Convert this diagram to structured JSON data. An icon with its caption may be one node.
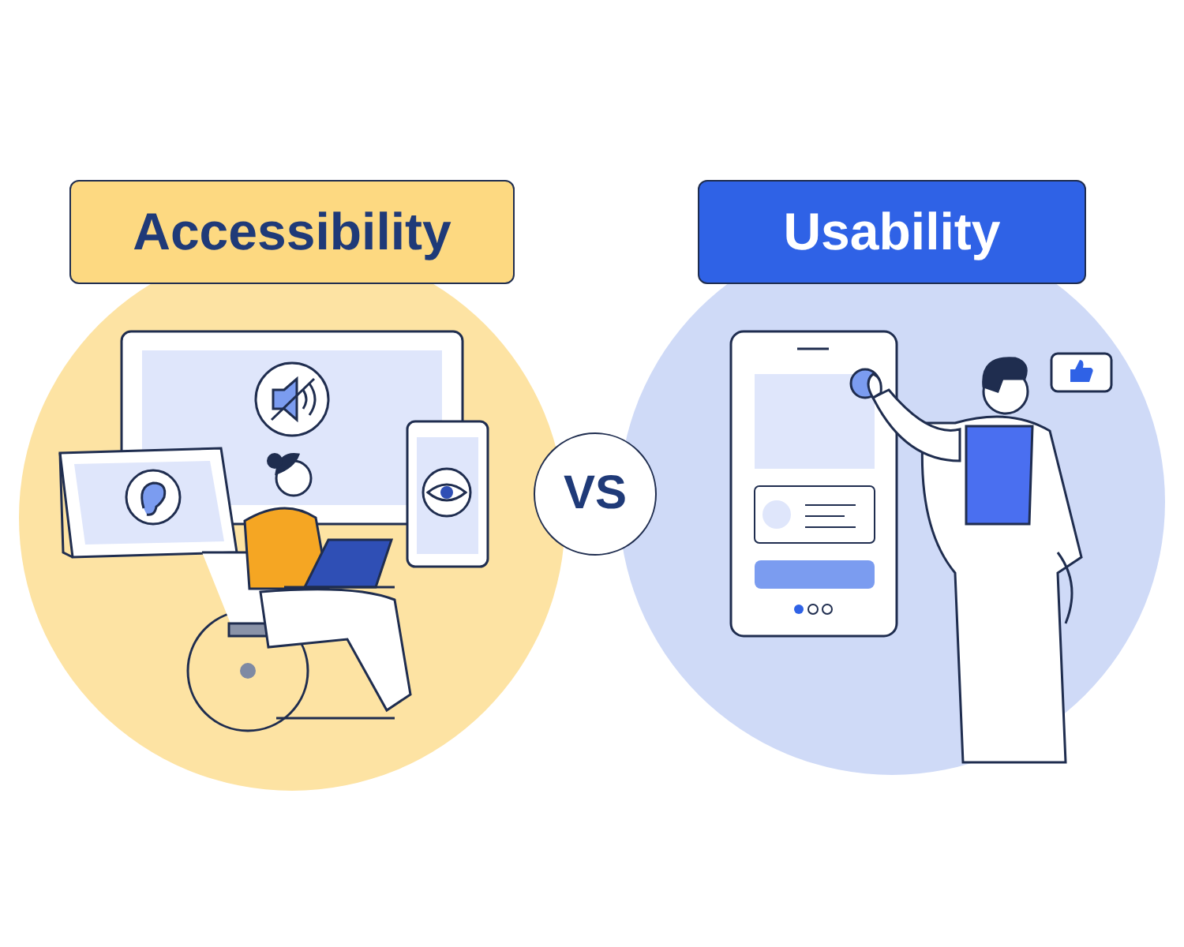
{
  "diagram": {
    "nodes": [
      {
        "text": [
          "Accessibility"
        ]
      },
      {
        "text": [
          "VS"
        ]
      },
      {
        "text": [
          "Usability"
        ]
      }
    ]
  }
}
